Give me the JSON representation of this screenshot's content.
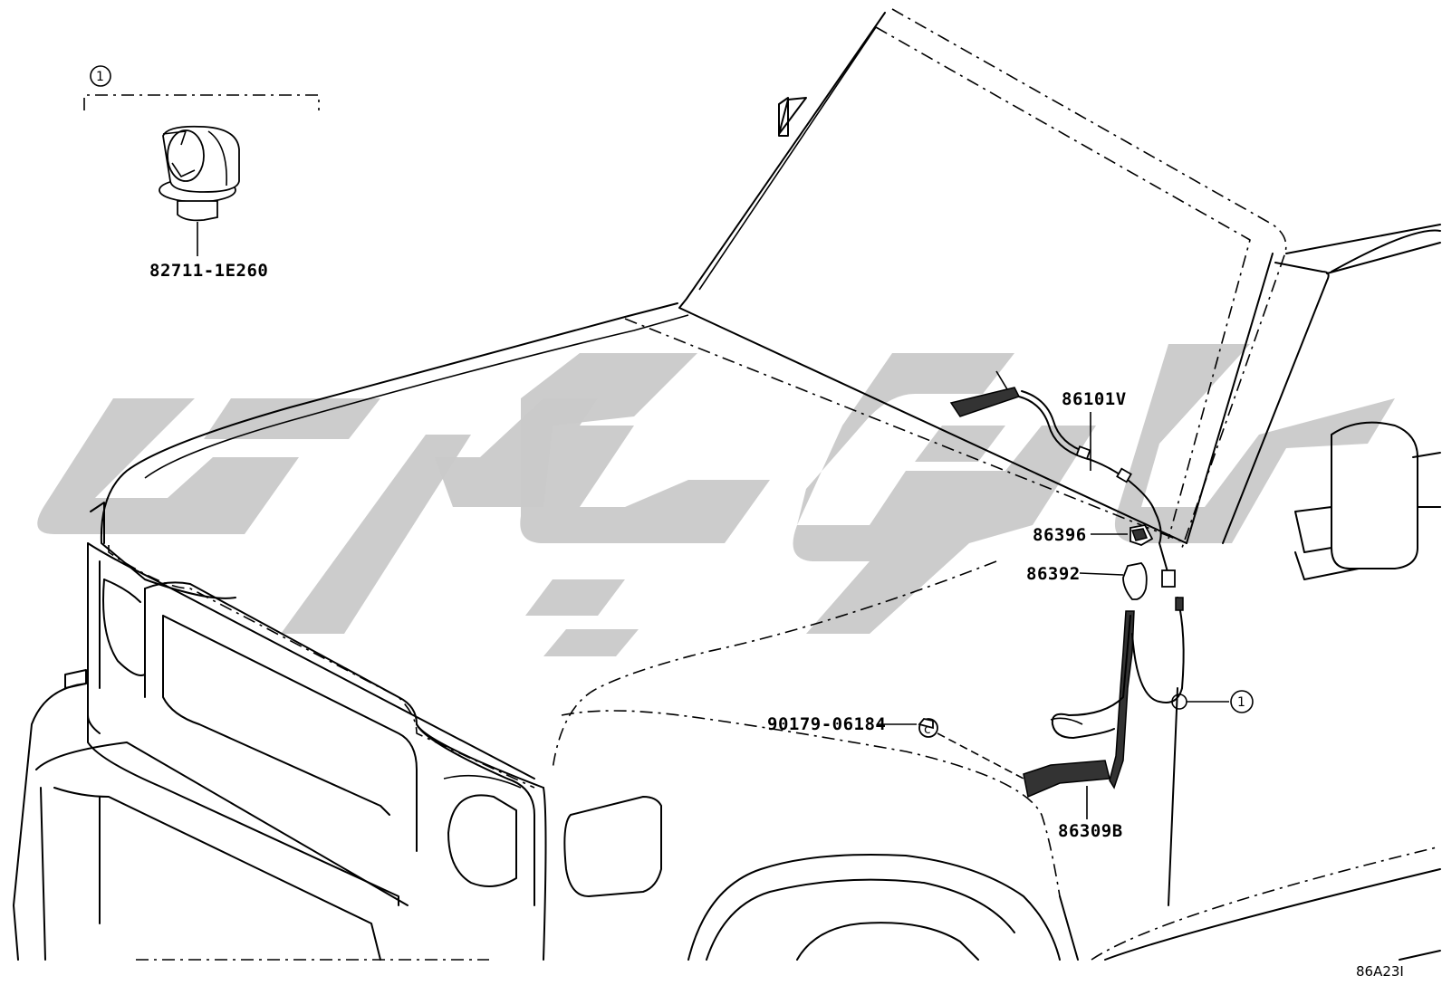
{
  "diagram": {
    "callout_symbol": "1",
    "parts": {
      "clip": "82711-1E260",
      "wire_harness": "86101V",
      "antenna_grommet": "86396",
      "antenna_cover": "86392",
      "clip_screw": "90179-06184",
      "antenna_cord": "86309B"
    },
    "figure_code": "86A23I",
    "icons": [
      "clip-icon",
      "antenna-cord-icon",
      "grommet-icon",
      "cover-icon",
      "screw-icon"
    ]
  }
}
